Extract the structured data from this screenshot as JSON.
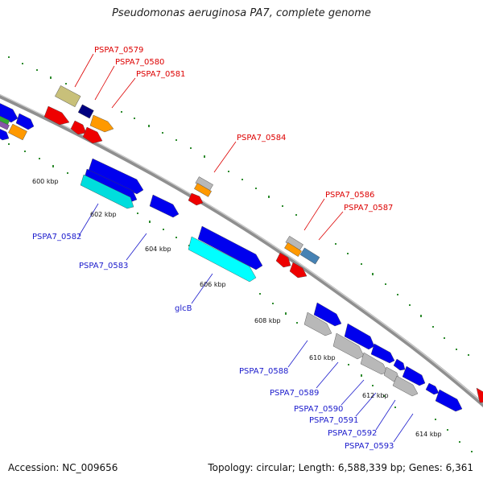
{
  "title": "Pseudomonas aeruginosa PA7, complete genome",
  "footer": {
    "accession": "Accession: NC_009656",
    "summary": "Topology: circular; Length: 6,588,339 bp; Genes: 6,361"
  },
  "colors": {
    "backbone": "#8f8f8f",
    "tick": "#2e8b2e",
    "top_strand_label": "#dd0000",
    "bottom_strand_label": "#1a1acc",
    "blue": "#0000ee",
    "cyan": "#00dddd",
    "red": "#ee0000",
    "orange": "#ff9900",
    "grey": "#b0b0b0",
    "navy": "#000080",
    "khaki": "#c8c07a",
    "steelblue": "#4682b4",
    "green": "#33aa33",
    "purple": "#8855aa"
  },
  "scale_labels": [
    "600 kbp",
    "602 kbp",
    "604 kbp",
    "606 kbp",
    "608 kbp",
    "610 kbp",
    "612 kbp",
    "614 kbp"
  ],
  "gene_labels_top": [
    "PSPA7_0579",
    "PSPA7_0580",
    "PSPA7_0581",
    "PSPA7_0584",
    "PSPA7_0586",
    "PSPA7_0587"
  ],
  "gene_labels_bottom": [
    "PSPA7_0582",
    "PSPA7_0583",
    "glcB",
    "PSPA7_0588",
    "PSPA7_0589",
    "PSPA7_0590",
    "PSPA7_0591",
    "PSPA7_0592",
    "PSPA7_0593"
  ]
}
